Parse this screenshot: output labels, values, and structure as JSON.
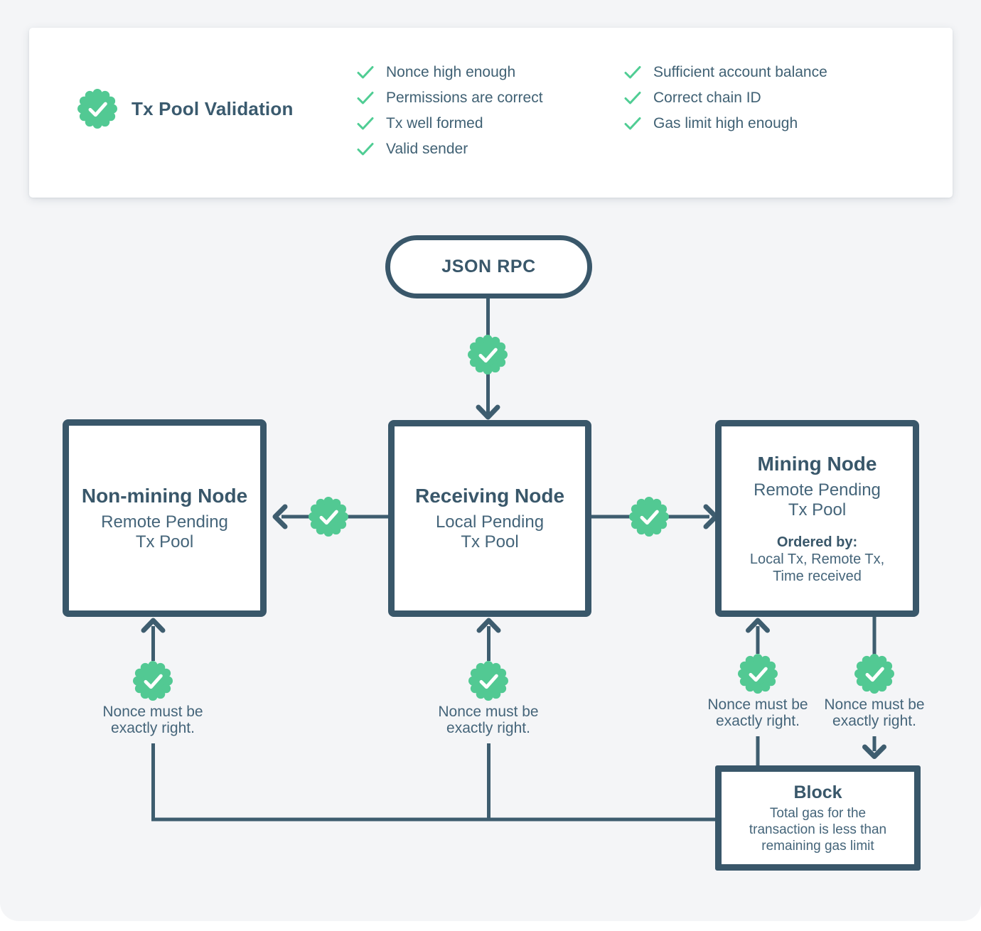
{
  "colors": {
    "background": "#f4f5f7",
    "card": "#ffffff",
    "slate_dark": "#39576a",
    "slate_body": "#45657a",
    "line": "#3e5d6f",
    "green_seal": "#52c993",
    "green_check": "#50cd94"
  },
  "icons": {
    "seal": "check-seal-icon",
    "check": "checkmark-icon"
  },
  "validation_card": {
    "title": "Tx Pool Validation",
    "checks_col1": [
      "Nonce high enough",
      "Permissions are correct",
      "Tx well formed",
      "Valid sender"
    ],
    "checks_col2": [
      "Sufficient account balance",
      "Correct chain ID",
      "Gas limit high enough"
    ]
  },
  "flowchart": {
    "start_label": "JSON RPC",
    "nonce_note": "Nonce must be\nexactly right.",
    "nodes": {
      "non_mining": {
        "title": "Non-mining Node",
        "subtitle": "Remote Pending\nTx Pool"
      },
      "receiving": {
        "title": "Receiving Node",
        "subtitle": "Local Pending\nTx Pool"
      },
      "mining": {
        "title": "Mining Node",
        "subtitle": "Remote Pending\nTx Pool",
        "ordered_by_label": "Ordered by:",
        "ordered_by": "Local Tx, Remote Tx,\nTime received"
      },
      "block": {
        "title": "Block",
        "subtitle": "Total gas for the\ntransaction is less than\nremaining gas limit"
      }
    }
  }
}
